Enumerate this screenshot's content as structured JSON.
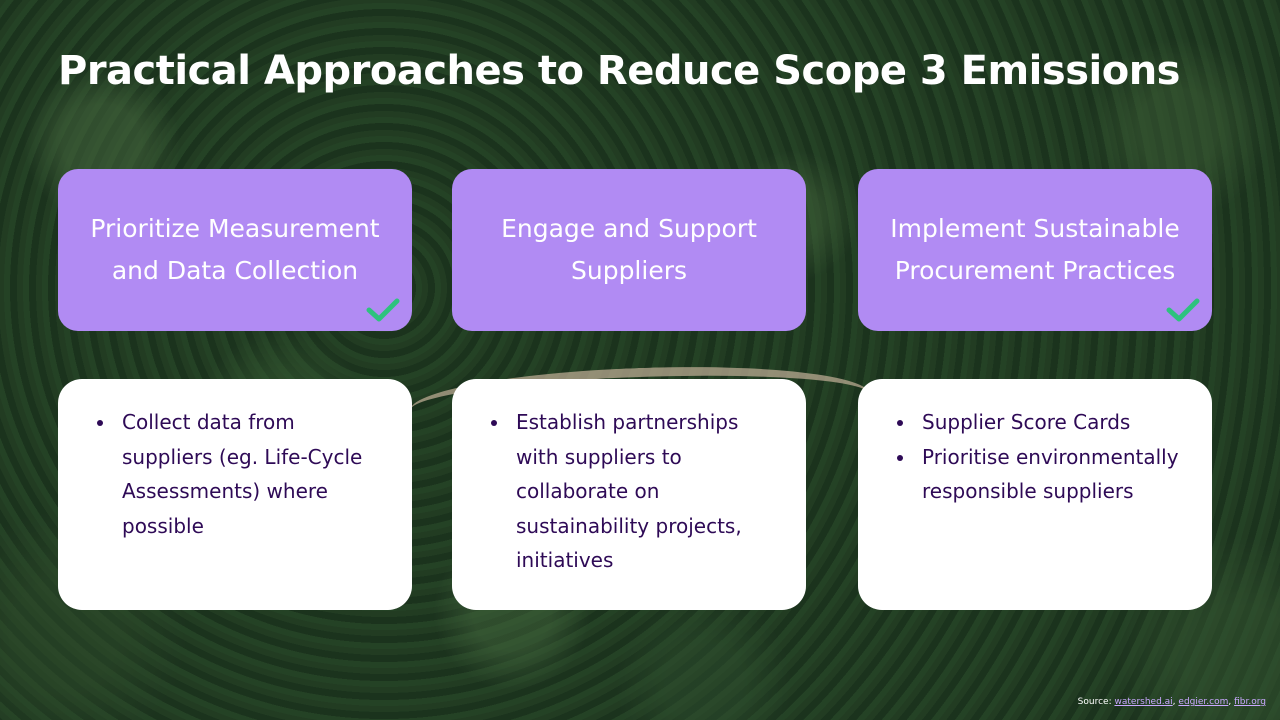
{
  "title": "Practical Approaches to Reduce Scope 3 Emissions",
  "columns": [
    {
      "heading": "Prioritize Measurement and Data Collection",
      "checked": true,
      "bullets": [
        "Collect data from suppliers (eg. Life-Cycle Assessments) where possible"
      ]
    },
    {
      "heading": "Engage and Support Suppliers",
      "checked": false,
      "bullets": [
        "Establish partnerships with suppliers to collaborate on sustainability projects, initiatives"
      ]
    },
    {
      "heading": "Implement Sustainable Procurement Practices",
      "checked": true,
      "bullets": [
        "Supplier Score Cards",
        "Prioritise environmentally responsible suppliers"
      ]
    }
  ],
  "source": {
    "label": "Source:",
    "links": [
      "watershed.ai",
      "edgier.com",
      "fibr.org"
    ]
  },
  "colors": {
    "header_card": "#b18bf3",
    "body_card": "#ffffff",
    "body_text": "#2e0a56",
    "check": "#2ec27e"
  },
  "icons": {
    "check": "check-icon"
  }
}
